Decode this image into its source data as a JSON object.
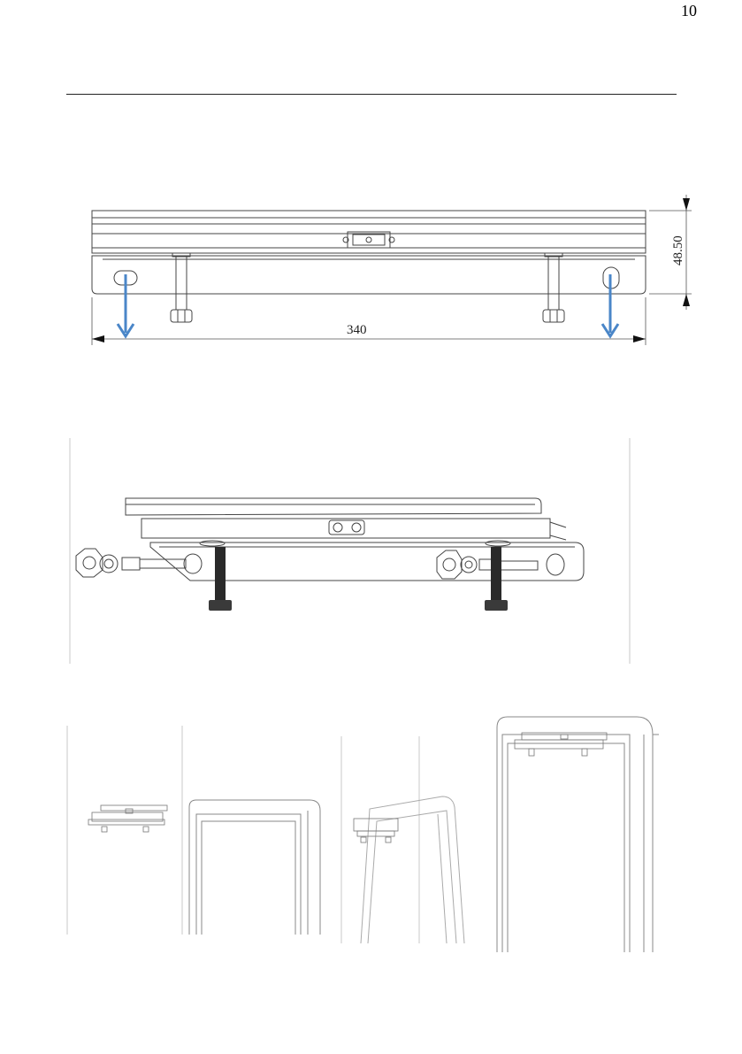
{
  "page": {
    "number": "10"
  },
  "figure1": {
    "width_label": "340",
    "height_label": "48.50",
    "arrow_color": "#4a86c8"
  }
}
